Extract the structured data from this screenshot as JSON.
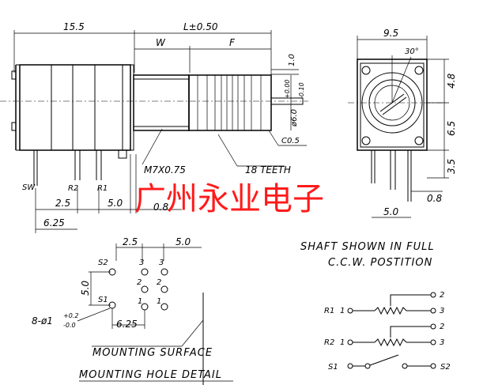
{
  "side_view": {
    "dim_length": "15.5",
    "dim_L": "L±0.50",
    "dim_W": "W",
    "dim_F": "F",
    "dim_1_0": "1.0",
    "dim_shaft_dia": "ø6.0",
    "tol_upper": "+0.00",
    "tol_lower": "-0.10",
    "chamfer": "C0.5",
    "thread": "M7X0.75",
    "teeth": "18 TEETH",
    "pin_sw": "SW",
    "pin_r2": "R2",
    "pin_r1": "R1",
    "dim_2_5": "2.5",
    "dim_5_0": "5.0",
    "dim_0_8": "0.8",
    "dim_6_25": "6.25"
  },
  "front_view": {
    "dim_width": "9.5",
    "angle": "30°",
    "dim_4_8": "4.8",
    "dim_6_5": "6.5",
    "dim_3_5": "3.5",
    "dim_0_8": "0.8",
    "dim_5_0": "5.0"
  },
  "watermark": "广州永业电子",
  "mounting": {
    "dim_2_5": "2.5",
    "dim_5_0_top": "5.0",
    "dim_5_0_side": "5.0",
    "dim_6_25": "6.25",
    "label_s2": "S2",
    "label_s1": "S1",
    "row_top": [
      "3",
      "3"
    ],
    "row_mid": [
      "2",
      "2"
    ],
    "row_bot": [
      "1",
      "1"
    ],
    "holes": "8-ø1",
    "holes_tol_upper": "+0.2",
    "holes_tol_lower": "-0.0",
    "surface_label": "MOUNTING SURFACE",
    "detail_label": "MOUNTING HOLE DETAIL"
  },
  "notes": {
    "line1": "SHAFT SHOWN IN FULL",
    "line2": "C.C.W. POSTITION"
  },
  "schematic": {
    "r1_label": "R1",
    "r2_label": "R2",
    "s1_label": "S1",
    "s2_label": "S2",
    "pin1": "1",
    "pin2": "2",
    "pin3": "3"
  }
}
